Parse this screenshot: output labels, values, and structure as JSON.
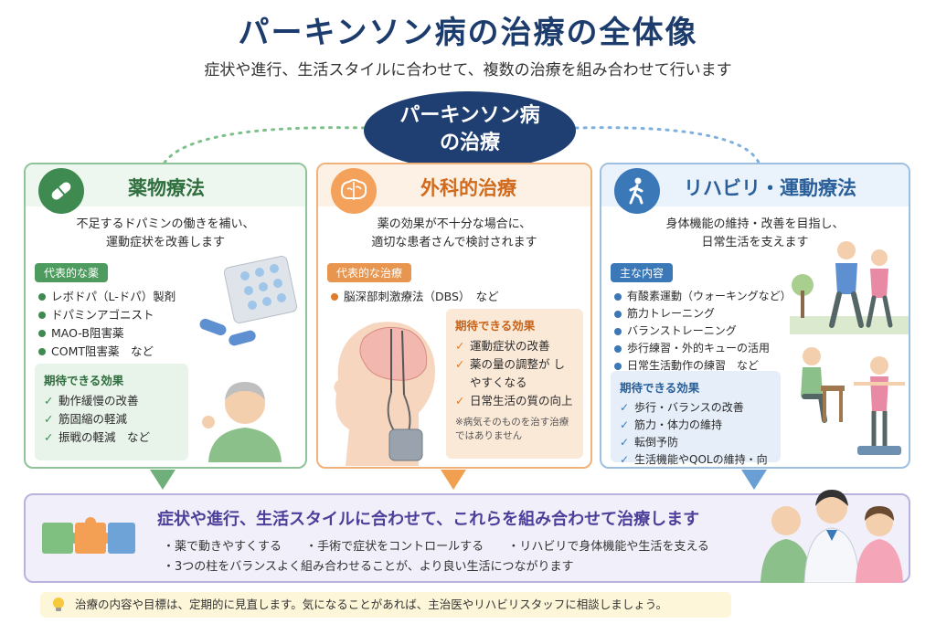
{
  "header": {
    "title": "パーキンソン病の治療の全体像",
    "subtitle": "症状や進行、生活スタイルに合わせて、複数の治療を組み合わせて行います"
  },
  "hub": {
    "line1": "パーキンソン病",
    "line2": "の治療"
  },
  "cards": {
    "medication": {
      "title": "薬物療法",
      "lead1": "不足するドパミンの働きを補い、",
      "lead2": "運動症状を改善します",
      "tag": "代表的な薬",
      "items": [
        "レボドパ（L-ドパ）製剤",
        "ドパミンアゴニスト",
        "MAO-B阻害薬",
        "COMT阻害薬　など"
      ],
      "effect_title": "期待できる効果",
      "effects": [
        "動作緩慢の改善",
        "筋固縮の軽減",
        "振戦の軽減　など"
      ],
      "color": "#3e8a50"
    },
    "surgery": {
      "title": "外科的治療",
      "lead1": "薬の効果が不十分な場合に、",
      "lead2": "適切な患者さんで検討されます",
      "tag": "代表的な治療",
      "items": [
        "脳深部刺激療法（DBS）　など"
      ],
      "effect_title": "期待できる効果",
      "effects": [
        "運動症状の改善",
        "薬の量の調整が しやすくなる",
        "日常生活の質の向上"
      ],
      "note": "※病気そのものを治す治療ではありません",
      "color": "#e07b2a"
    },
    "rehab": {
      "title": "リハビリ・運動療法",
      "lead1": "身体機能の維持・改善を目指し、",
      "lead2": "日常生活を支えます",
      "tag": "主な内容",
      "items": [
        "有酸素運動（ウォーキングなど）",
        "筋力トレーニング",
        "バランストレーニング",
        "歩行練習・外的キューの活用",
        "日常生活動作の練習　など"
      ],
      "effect_title": "期待できる効果",
      "effects": [
        "歩行・バランスの改善",
        "筋力・体力の維持",
        "転倒予防",
        "生活機能やQOLの維持・向上"
      ],
      "color": "#3a78b8"
    }
  },
  "bottom": {
    "heading": "症状や進行、生活スタイルに合わせて、これらを組み合わせて治療します",
    "point1": "・薬で動きやすくする",
    "point2": "・手術で症状をコントロールする",
    "point3": "・リハビリで身体機能や生活を支える",
    "point4": "・3つの柱をバランスよく組み合わせることが、より良い生活につながります"
  },
  "tip": "治療の内容や目標は、定期的に見直します。気になることがあれば、主治医やリハビリスタッフに相談しましょう。"
}
